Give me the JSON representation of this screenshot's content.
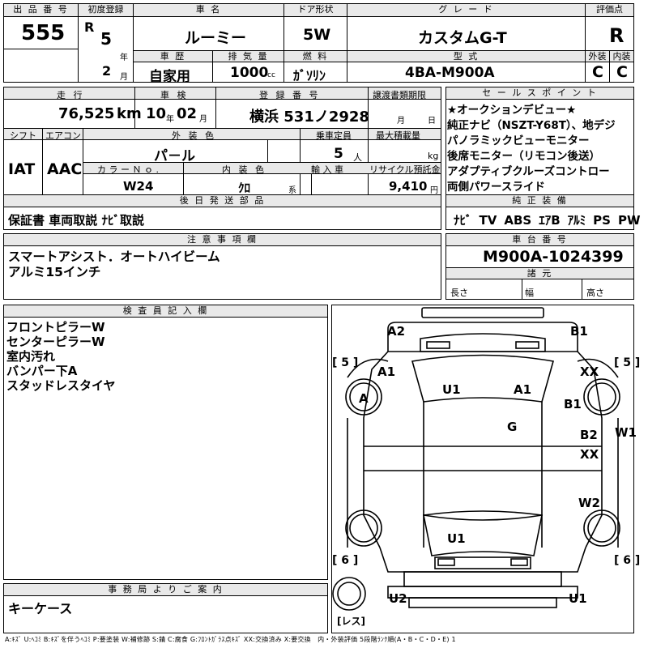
{
  "row1": {
    "lot_label": "出 品 番 号",
    "lot_value": "555",
    "first_reg_label": "初度登録",
    "era": "R",
    "year_value": "5",
    "year_unit": "年",
    "month_value": "2",
    "month_unit": "月",
    "car_name_label": "車 名",
    "car_name": "ルーミー",
    "door_label": "ドア形状",
    "door_value": "5W",
    "grade_label": "グ レ ー ド",
    "grade_value": "カスタムG-T",
    "score_label": "評価点",
    "score_value": "R",
    "history_label": "車 歴",
    "history_value": "自家用",
    "displacement_label": "排 気 量",
    "displacement_value": "1000",
    "displacement_unit": "cc",
    "fuel_label": "燃 料",
    "fuel_value": "ｶﾞｿﾘﾝ",
    "model_label": "型 式",
    "model_value": "4BA-M900A",
    "exterior_label": "外装",
    "exterior_value": "C",
    "interior_label": "内装",
    "interior_value": "C"
  },
  "row2": {
    "mileage_label": "走 行",
    "mileage_value": "76,525",
    "mileage_unit": "km",
    "inspection_label": "車 検",
    "insp_year": "10",
    "insp_year_unit": "年",
    "insp_month": "02",
    "insp_month_unit": "月",
    "reg_no_label": "登 録 番 号",
    "reg_no_value": "横浜 531ノ2928",
    "transfer_label": "譲渡書類期限",
    "transfer_month_unit": "月",
    "transfer_day_unit": "日",
    "shift_label": "シフト",
    "shift_value": "IAT",
    "ac_label": "エアコン",
    "ac_value": "AAC",
    "ext_color_label": "外 装 色",
    "ext_color_value": "パ－ル",
    "capacity_label": "乗車定員",
    "capacity_value": "5",
    "capacity_unit": "人",
    "load_label": "最大積載量",
    "load_unit": "kg",
    "color_no_label": "カ ラ ー Ｎ ｏ .",
    "color_no_value": "W24",
    "int_color_label": "内 装 色",
    "int_color_value": "ｸﾛ",
    "int_color_unit": "系",
    "import_label": "輸 入 車",
    "recycle_label": "リサイクル預託金",
    "recycle_value": "9,410",
    "recycle_unit": "円"
  },
  "sales": {
    "label": "セ ー ル ス ポ イ ン ト",
    "lines": [
      "★オークションデビュー★",
      "純正ナビ（NSZT-Y68T）、地デジ",
      "パノラミックビューモニター",
      "後席モニター（リモコン後送）",
      "アダプティブクルーズコントロー",
      "両側パワースライド"
    ]
  },
  "later_parts": {
    "label": "後 日 発 送 部 品",
    "value": "保証書 車両取説 ﾅﾋﾞ取説"
  },
  "equipment": {
    "label": "純 正 装 備",
    "items": [
      "ﾅﾋﾞ",
      "TV",
      "ABS",
      "ｴｱB",
      "ｱﾙﾐ",
      "PS",
      "PW"
    ]
  },
  "notes": {
    "label": "注 意 事 項 欄",
    "lines": [
      "スマートアシスト．オートハイビーム",
      "アルミ15インチ"
    ]
  },
  "chassis": {
    "label": "車 台 番 号",
    "value": "M900A-1024399",
    "spec_label": "諸 元",
    "length_label": "長さ",
    "width_label": "幅",
    "height_label": "高さ"
  },
  "inspector": {
    "label": "検 査 員 記 入 欄",
    "lines": [
      "フロントピラーW",
      "センターピラーW",
      "室内汚れ",
      "バンパー下A",
      "スタッドレスタイヤ"
    ]
  },
  "office": {
    "label": "事 務 局 よ り ご 案 内",
    "value": "キーケース"
  },
  "diagram": {
    "tire_fl": "5",
    "tire_fr": "5",
    "tire_rl": "6",
    "tire_rr": "6",
    "spare": "レス",
    "marks": {
      "a2": "A2",
      "b1_top": "B1",
      "a1_left": "A1",
      "xx_right": "XX",
      "a_wheel": "A",
      "u1_roof": "U1",
      "a1_roof": "A1",
      "b1_right": "B1",
      "g": "G",
      "w1": "W1",
      "b2": "B2",
      "xx_door": "XX",
      "w2": "W2",
      "u1_rear": "U1",
      "u2": "U2",
      "u1_bottom": "U1"
    }
  },
  "legend": "A:ｷｽﾞ U:ﾍｺﾐ B:ｷｽﾞを伴うﾍｺﾐ P:要塗装 W:補修跡 S:錆 C:腐食 G:ﾌﾛﾝﾄｶﾞﾗｽ点ｷｽﾞ XX:交換済み X:要交換　内・外装評価 5段階ﾗﾝｸ順(A・B・C・D・E) 1"
}
